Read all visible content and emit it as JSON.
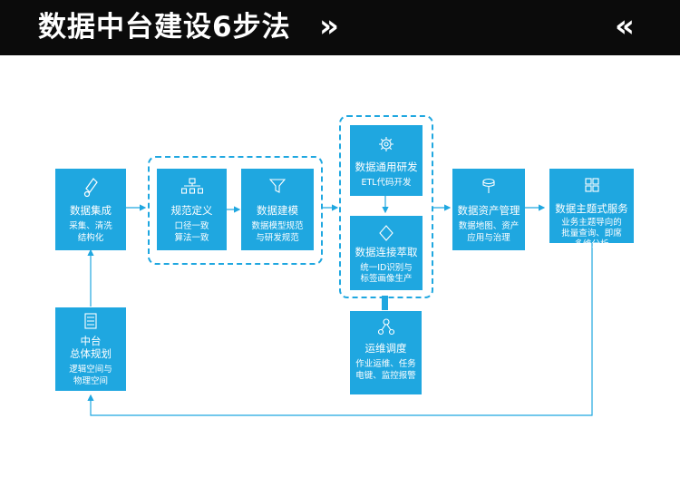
{
  "header": {
    "title": "数据中台建设6步法",
    "right_chevron": "»",
    "left_chevron": "«"
  },
  "colors": {
    "node": "#1fa7e0",
    "line": "#1fa7e0",
    "banner": "#0b0b0b"
  },
  "nodes": {
    "integration": {
      "title": "数据集成",
      "sub1": "采集、清洗",
      "sub2": "结构化",
      "icon": "tool-icon"
    },
    "spec": {
      "title": "规范定义",
      "sub1": "口径一致",
      "sub2": "算法一致",
      "icon": "hierarchy-icon"
    },
    "modeling": {
      "title": "数据建模",
      "sub1": "数据模型规范",
      "sub2": "与研发规范",
      "icon": "funnel-icon"
    },
    "dev": {
      "title": "数据通用研发",
      "sub1": "ETL代码开发",
      "icon": "gear-icon"
    },
    "extract": {
      "title": "数据连接萃取",
      "sub1": "统一ID识别与",
      "sub2": "标签画像生产",
      "icon": "diamond-icon"
    },
    "asset": {
      "title": "数据资产管理",
      "sub1": "数据地图、资产",
      "sub2": "应用与治理",
      "icon": "database-icon"
    },
    "service": {
      "title": "数据主题式服务",
      "sub1": "业务主题导向的",
      "sub2": "批量查询、即席",
      "sub3": "多维分析",
      "icon": "grid-icon"
    },
    "planning": {
      "title1": "中台",
      "title2": "总体规划",
      "sub1": "逻辑空间与",
      "sub2": "物理空间",
      "icon": "document-icon"
    },
    "ops": {
      "title": "运维调度",
      "sub1": "作业运维、任务",
      "sub2": "电键、监控报警",
      "icon": "network-icon"
    }
  }
}
